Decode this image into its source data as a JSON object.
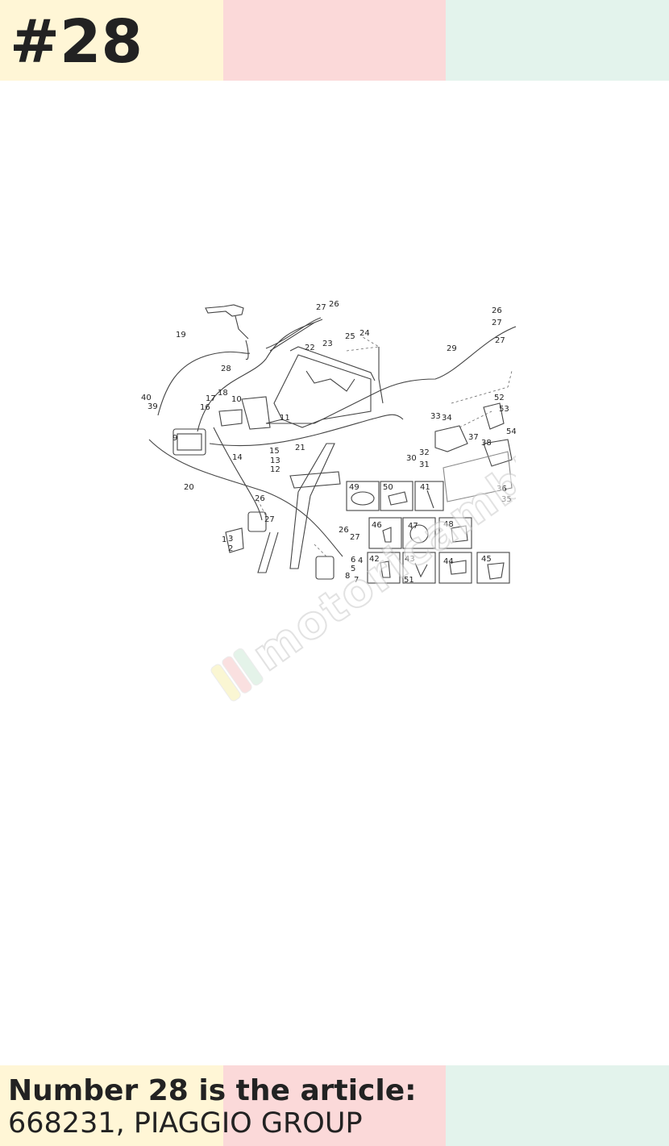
{
  "header": {
    "number": "#28"
  },
  "footer": {
    "line1": "Number 28 is the article:",
    "line2": "668231, PIAGGIO GROUP"
  },
  "watermark": {
    "text": "motoricambi"
  },
  "diagram": {
    "callouts": [
      {
        "id": "c19",
        "text": "19"
      },
      {
        "id": "c28",
        "text": "28"
      },
      {
        "id": "c27a",
        "text": "27"
      },
      {
        "id": "c26a",
        "text": "26"
      },
      {
        "id": "c24",
        "text": "24"
      },
      {
        "id": "c25",
        "text": "25"
      },
      {
        "id": "c23",
        "text": "23"
      },
      {
        "id": "c22",
        "text": "22"
      },
      {
        "id": "c26b",
        "text": "26"
      },
      {
        "id": "c27b",
        "text": "27"
      },
      {
        "id": "c27c",
        "text": "27"
      },
      {
        "id": "c29",
        "text": "29"
      },
      {
        "id": "c40",
        "text": "40"
      },
      {
        "id": "c39",
        "text": "39"
      },
      {
        "id": "c17",
        "text": "17"
      },
      {
        "id": "c18",
        "text": "18"
      },
      {
        "id": "c16",
        "text": "16"
      },
      {
        "id": "c10",
        "text": "10"
      },
      {
        "id": "c11",
        "text": "11"
      },
      {
        "id": "c9",
        "text": "9"
      },
      {
        "id": "c21",
        "text": "21"
      },
      {
        "id": "c15",
        "text": "15"
      },
      {
        "id": "c14",
        "text": "14"
      },
      {
        "id": "c13",
        "text": "13"
      },
      {
        "id": "c12",
        "text": "12"
      },
      {
        "id": "c20",
        "text": "20"
      },
      {
        "id": "c52",
        "text": "52"
      },
      {
        "id": "c53",
        "text": "53"
      },
      {
        "id": "c54",
        "text": "54"
      },
      {
        "id": "c33",
        "text": "33"
      },
      {
        "id": "c34",
        "text": "34"
      },
      {
        "id": "c37",
        "text": "37"
      },
      {
        "id": "c38",
        "text": "38"
      },
      {
        "id": "c32",
        "text": "32"
      },
      {
        "id": "c30",
        "text": "30"
      },
      {
        "id": "c31",
        "text": "31"
      },
      {
        "id": "c36",
        "text": "36"
      },
      {
        "id": "c35",
        "text": "35"
      },
      {
        "id": "c49",
        "text": "49"
      },
      {
        "id": "c50",
        "text": "50"
      },
      {
        "id": "c41",
        "text": "41"
      },
      {
        "id": "c26c",
        "text": "26"
      },
      {
        "id": "c27d",
        "text": "27"
      },
      {
        "id": "c1",
        "text": "1"
      },
      {
        "id": "c3",
        "text": "3"
      },
      {
        "id": "c2",
        "text": "2"
      },
      {
        "id": "c46",
        "text": "46"
      },
      {
        "id": "c47",
        "text": "47"
      },
      {
        "id": "c48",
        "text": "48"
      },
      {
        "id": "c26d",
        "text": "26"
      },
      {
        "id": "c27e",
        "text": "27"
      },
      {
        "id": "c6",
        "text": "6"
      },
      {
        "id": "c4",
        "text": "4"
      },
      {
        "id": "c5",
        "text": "5"
      },
      {
        "id": "c8",
        "text": "8"
      },
      {
        "id": "c7",
        "text": "7"
      },
      {
        "id": "c42",
        "text": "42"
      },
      {
        "id": "c43",
        "text": "43"
      },
      {
        "id": "c51",
        "text": "51"
      },
      {
        "id": "c44",
        "text": "44"
      },
      {
        "id": "c45",
        "text": "45"
      }
    ]
  }
}
